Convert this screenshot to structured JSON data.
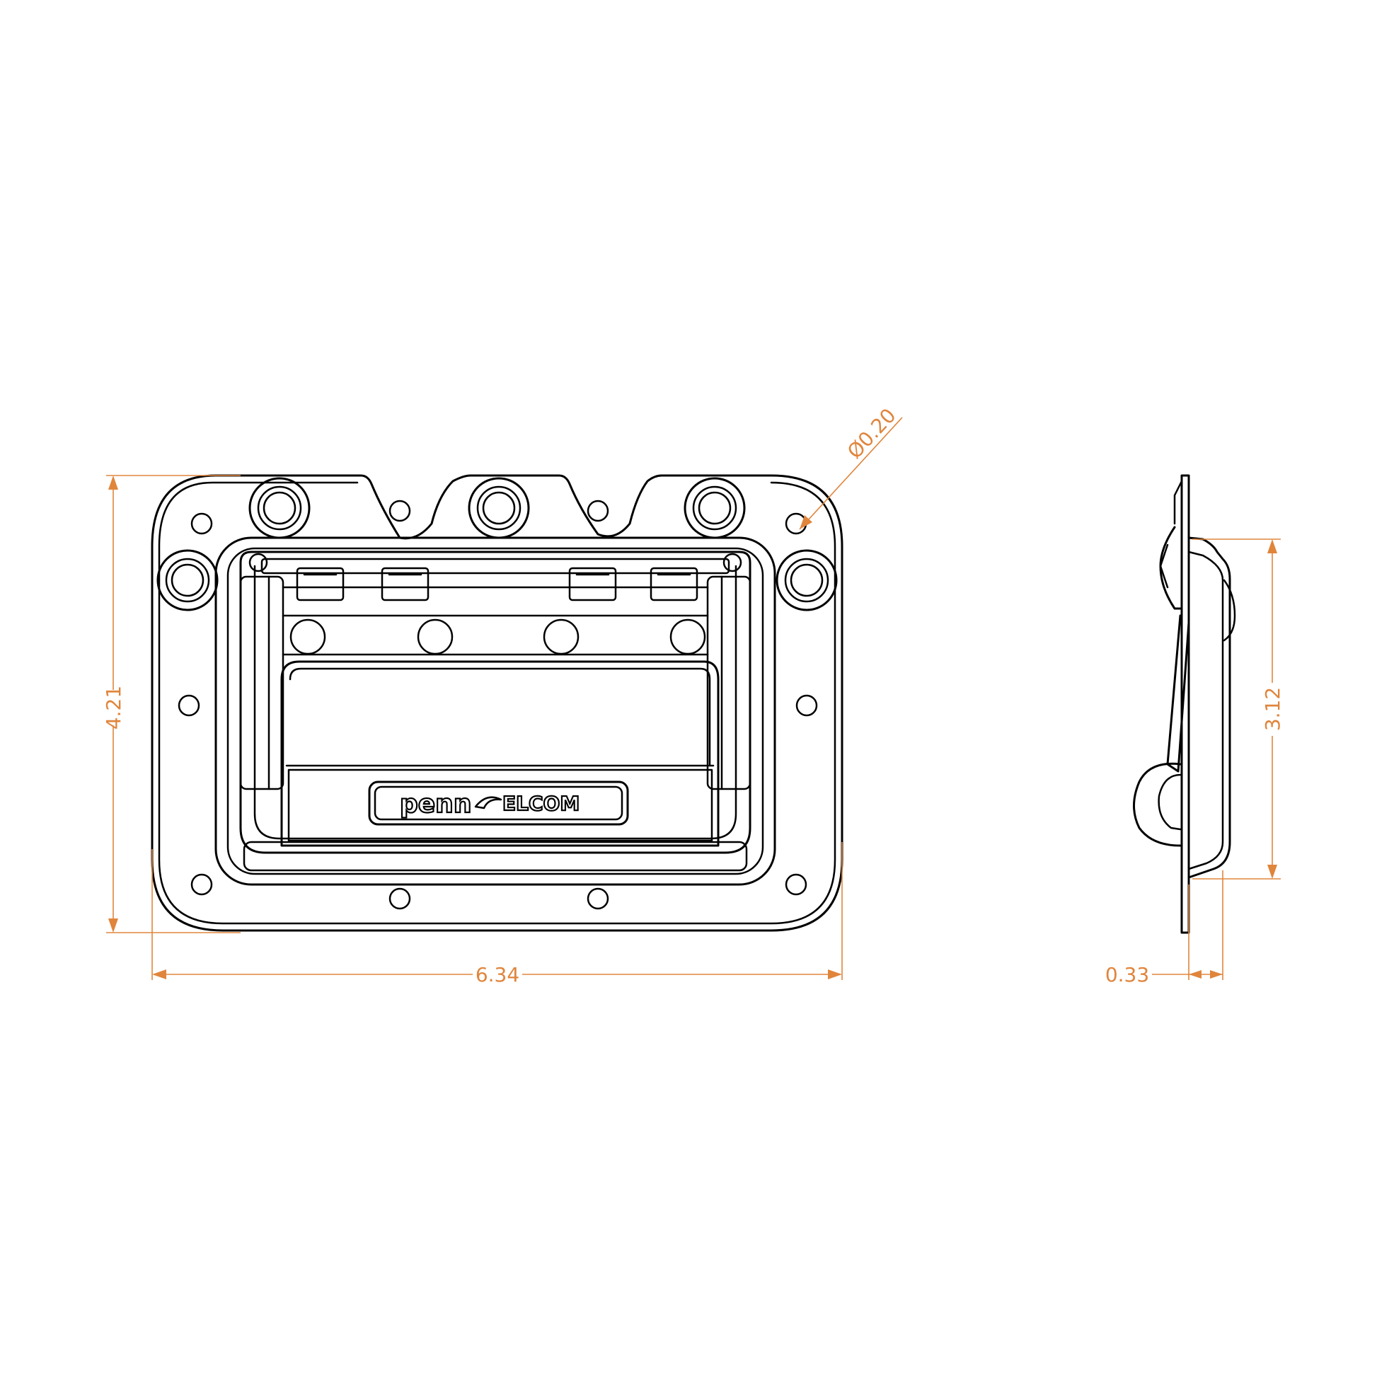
{
  "dimensions": {
    "width": "6.34",
    "height": "4.21",
    "hole_diameter": "Ø0.20",
    "side_height": "3.12",
    "side_depth": "0.33"
  },
  "logo": {
    "text_left": "penn",
    "text_right": "ELCOM"
  },
  "colors": {
    "dimension": "#e0853c",
    "line": "#000000"
  }
}
